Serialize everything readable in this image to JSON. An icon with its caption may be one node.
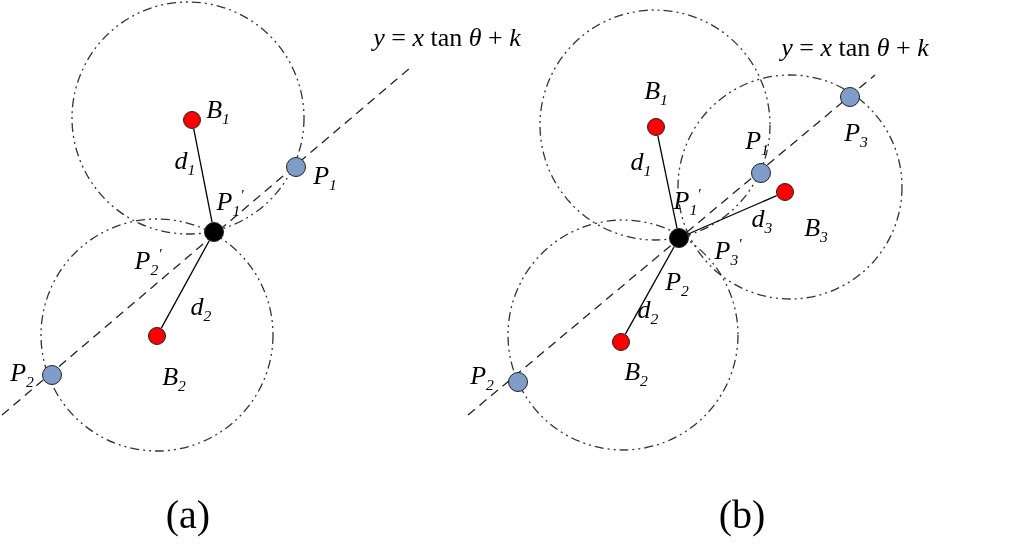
{
  "diagram": {
    "nodes": [
      {
        "text": [
          "B$_{1}$"
        ]
      },
      {
        "text": [
          "P$_{1}$"
        ]
      },
      {
        "text": [
          "P$_{1}$$^{'}$",
          "P$_{2}$$^{'}$"
        ]
      },
      {
        "text": [
          "B$_{2}$"
        ]
      },
      {
        "text": [
          "P$_{2}$"
        ]
      },
      {
        "text": [
          "B$_{1}$"
        ]
      },
      {
        "text": [
          "P$_{3}$"
        ]
      },
      {
        "text": [
          "P$_{1}$"
        ]
      },
      {
        "text": [
          "B$_{3}$"
        ]
      },
      {
        "text": [
          "P$_{1}$$^{'}$",
          "P$_{3}$$^{'}$",
          "P$_{2}$"
        ]
      },
      {
        "text": [
          "B$_{2}$"
        ]
      },
      {
        "text": [
          "P$_{2}$"
        ]
      }
    ],
    "edges": [
      {
        "from": 0,
        "to": 2,
        "arrow": "none",
        "label": "d$_{1}$"
      },
      {
        "from": 3,
        "to": 2,
        "arrow": "none",
        "label": "d$_{2}$"
      },
      {
        "from": 5,
        "to": 9,
        "arrow": "none",
        "label": "d$_{1}$"
      },
      {
        "from": 8,
        "to": 9,
        "arrow": "none",
        "label": "d$_{3}$"
      },
      {
        "from": 10,
        "to": 9,
        "arrow": "none",
        "label": "d$_{2}$"
      }
    ],
    "labels": [
      "*y* = *x* tan *θ* + *k*",
      "*y* = *x* tan *θ* + *k*",
      "(a)",
      "(b)"
    ]
  }
}
